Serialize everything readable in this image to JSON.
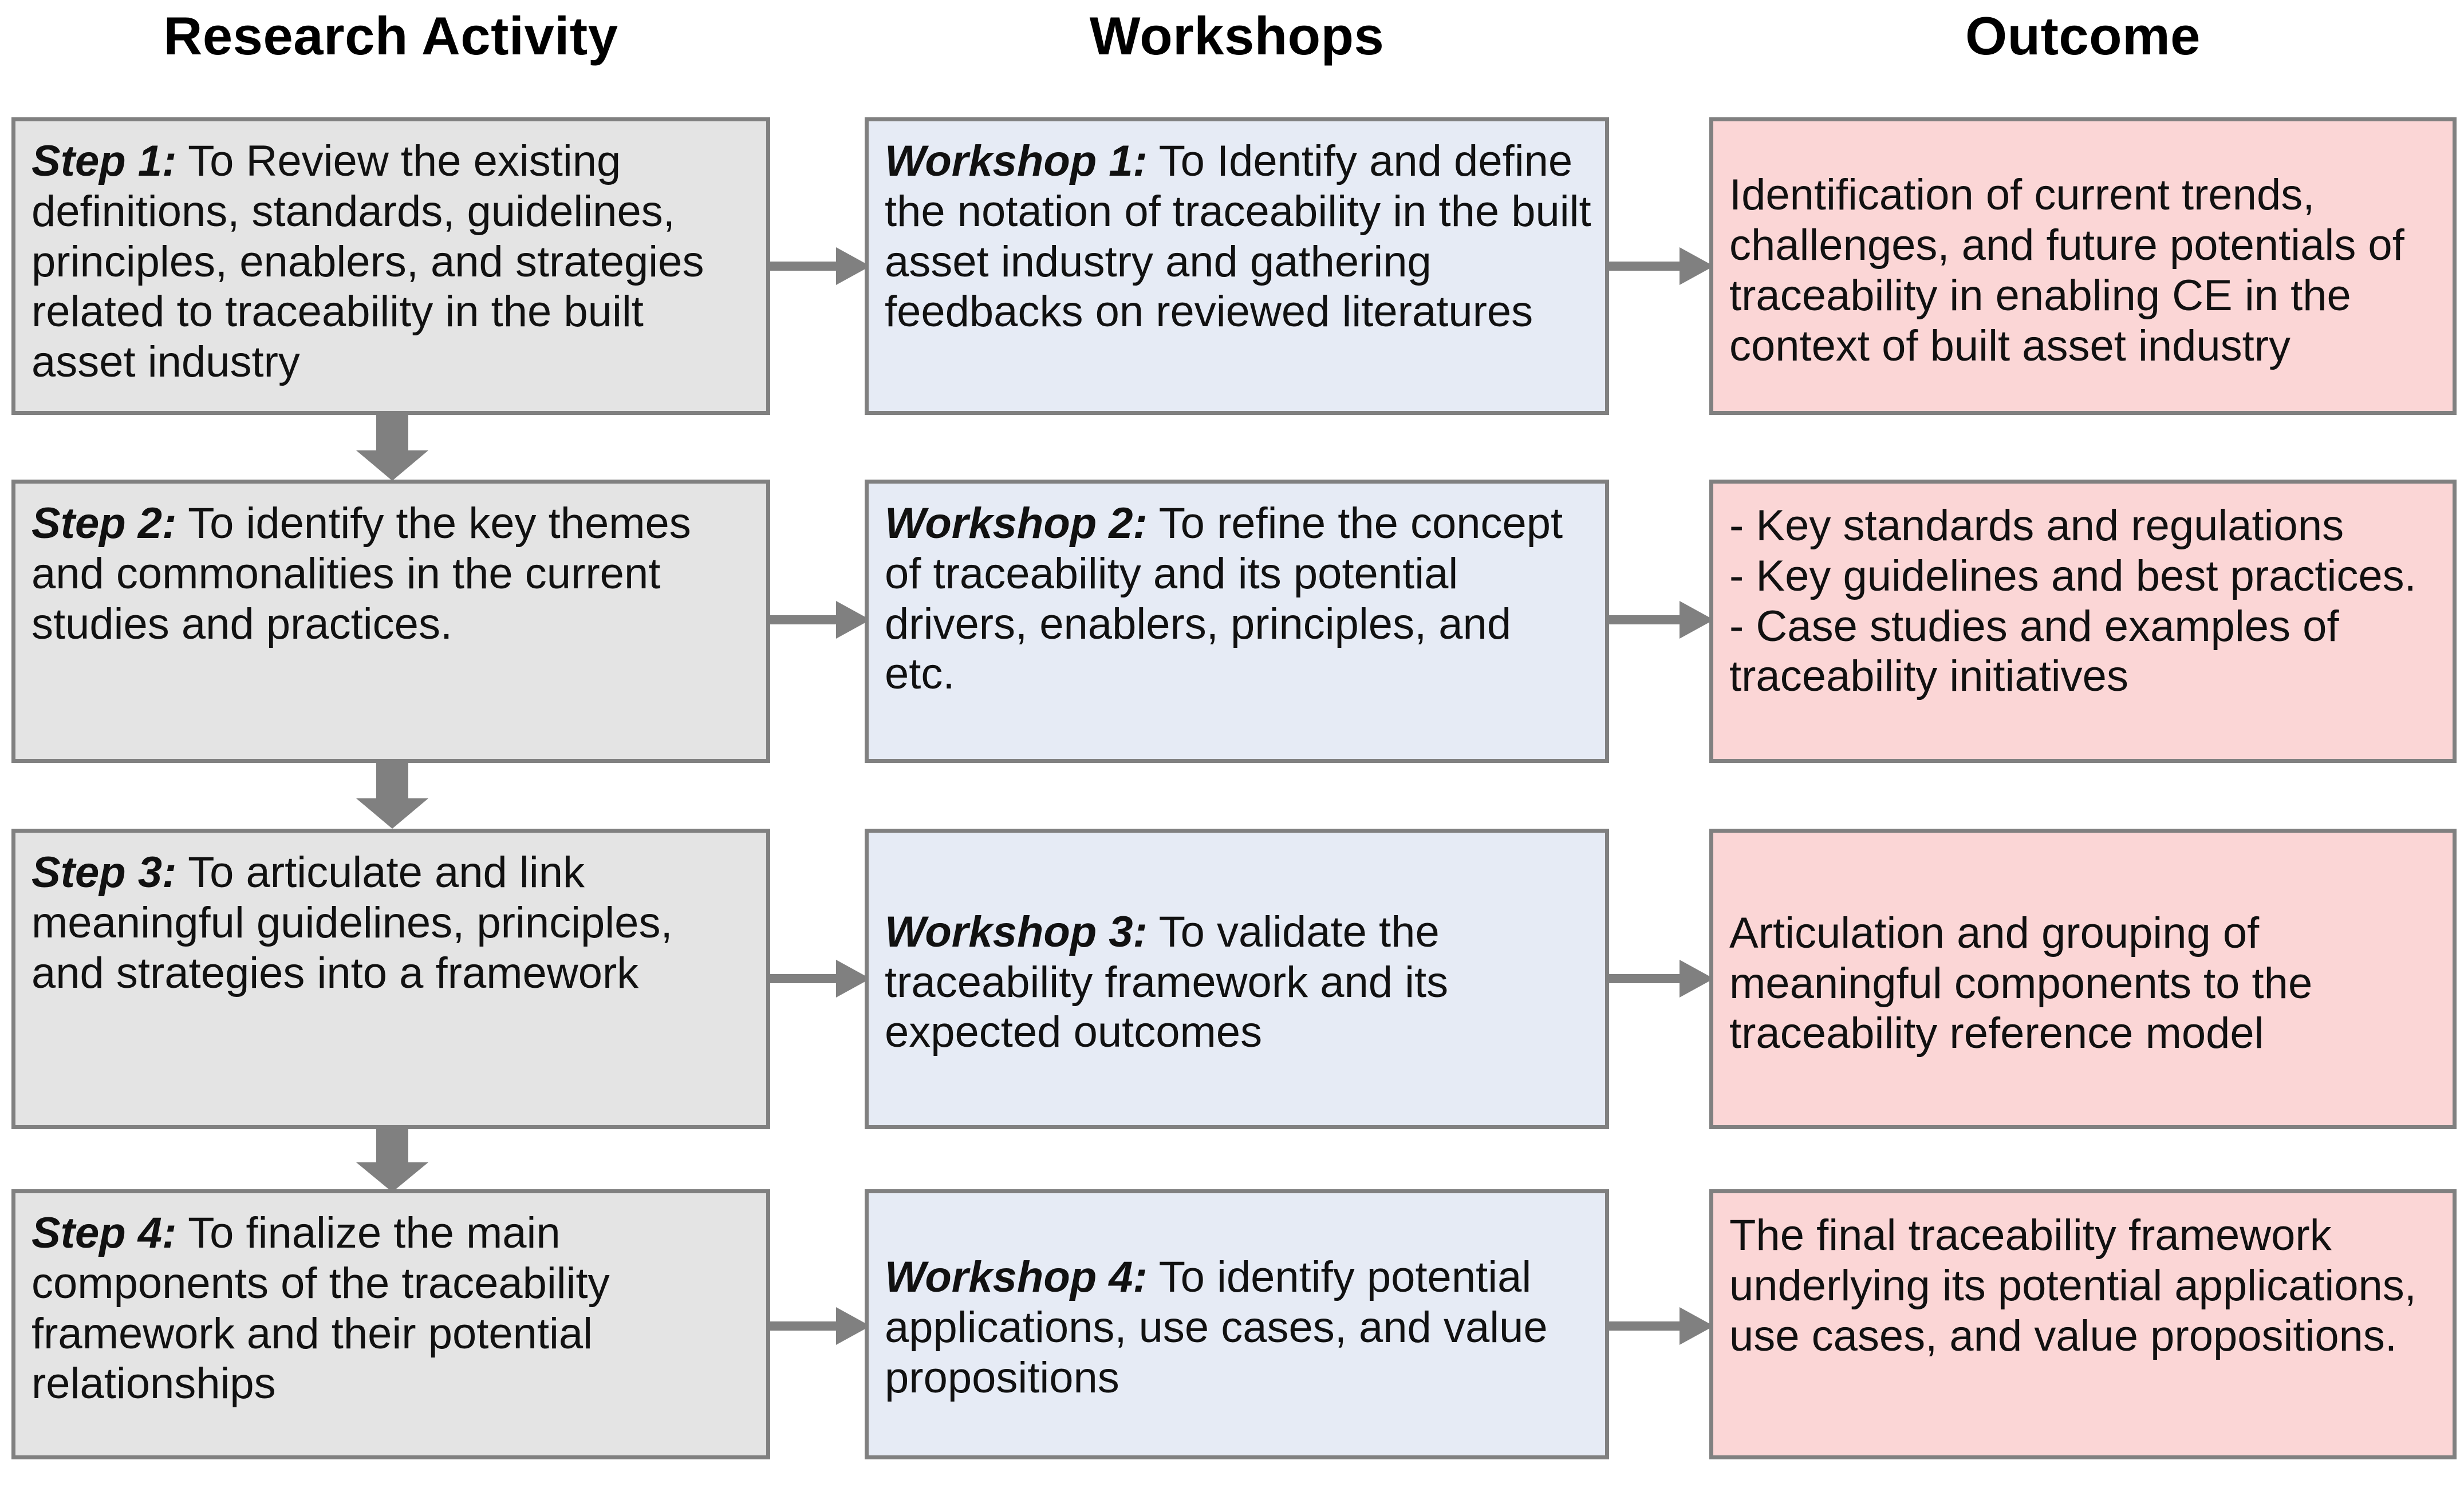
{
  "columns": [
    {
      "title": "Research Activity",
      "kind": "activity"
    },
    {
      "title": "Workshops",
      "kind": "workshop"
    },
    {
      "title": "Outcome",
      "kind": "outcome"
    }
  ],
  "rows": [
    {
      "activity": {
        "lead": "Step 1:",
        "text": " To Review the existing definitions, standards, guidelines, principles, enablers, and strategies related to traceability in the built asset industry"
      },
      "workshop": {
        "lead": "Workshop 1:",
        "text": " To Identify and define the notation of traceability in the built asset industry and gathering feedbacks on reviewed literatures"
      },
      "outcome": {
        "lead": "",
        "text": "Identification of current trends, challenges, and future potentials of traceability in enabling CE in the context of built asset industry"
      }
    },
    {
      "activity": {
        "lead": "Step 2:",
        "text": " To identify the key themes and commonalities in the current studies and practices."
      },
      "workshop": {
        "lead": "Workshop 2:",
        "text": " To refine the concept of traceability and its potential drivers, enablers, principles, and etc."
      },
      "outcome": {
        "lead": "",
        "text": "- Key standards and regulations\n- Key guidelines and best practices.\n- Case studies and examples of traceability initiatives"
      }
    },
    {
      "activity": {
        "lead": "Step 3:",
        "text": " To articulate and link meaningful guidelines, principles, and strategies into a framework"
      },
      "workshop": {
        "lead": "Workshop 3:",
        "text": " To validate the traceability framework and its expected outcomes"
      },
      "outcome": {
        "lead": "",
        "text": "Articulation and grouping of meaningful components to the traceability reference model"
      }
    },
    {
      "activity": {
        "lead": "Step 4:",
        "text": " To finalize the main components of the traceability framework and their potential relationships"
      },
      "workshop": {
        "lead": "Workshop 4:",
        "text": " To identify potential applications, use cases, and value propositions"
      },
      "outcome": {
        "lead": "",
        "text": "The final traceability framework underlying its potential applications, use cases, and value propositions."
      }
    }
  ],
  "colors": {
    "activity_fill": "#E4E4E4",
    "workshop_fill": "#E6EBF5",
    "outcome_fill": "#FBD6D6",
    "border": "#808080",
    "arrow": "#808080",
    "text": "#111111",
    "background": "#FFFFFF"
  },
  "arrows": {
    "horizontal_count": 8,
    "vertical_count": 3,
    "direction_horizontal": "right",
    "direction_vertical": "down"
  }
}
